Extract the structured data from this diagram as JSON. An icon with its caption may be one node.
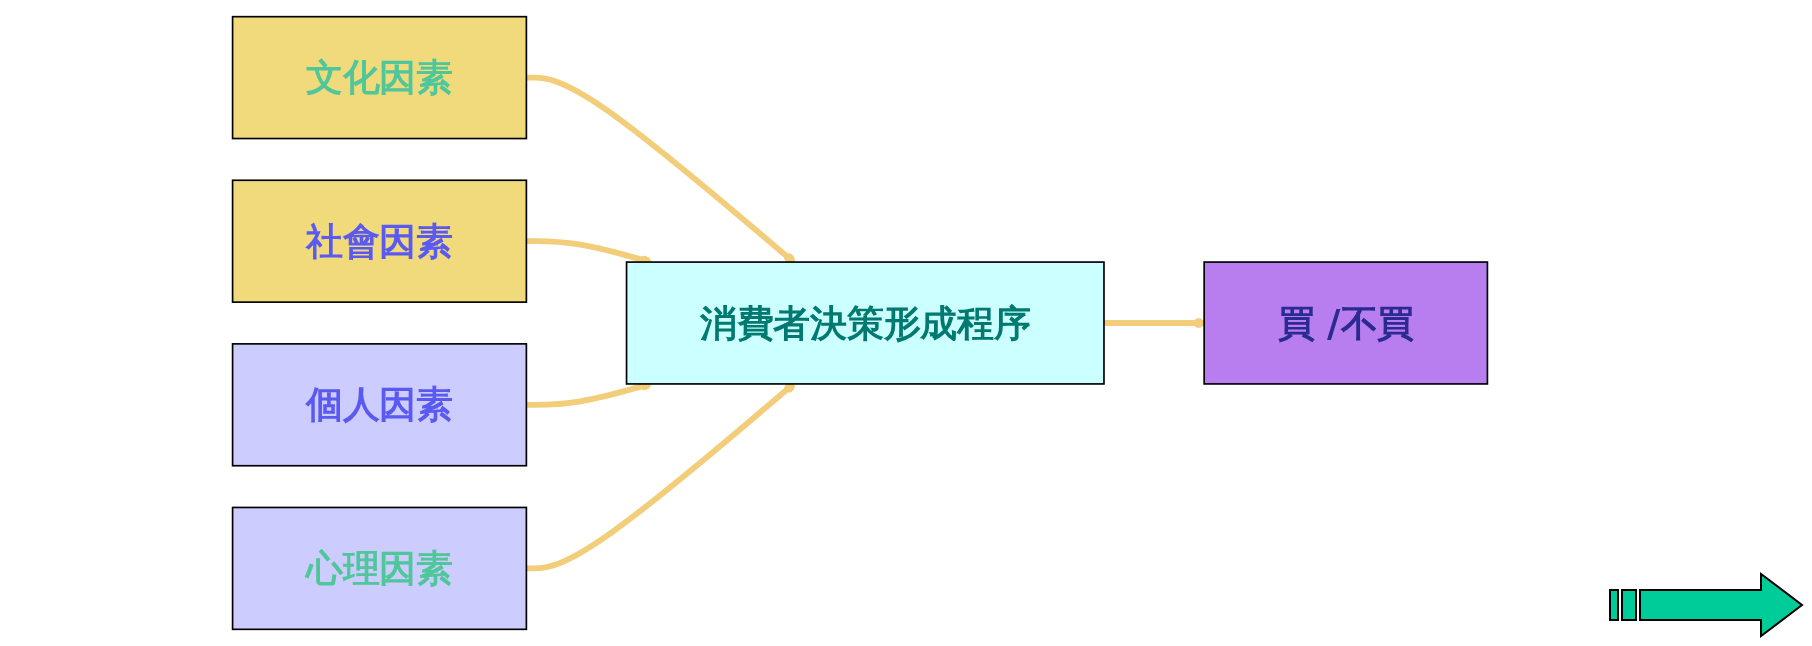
{
  "diagram": {
    "nodes": [
      {
        "text": [
          "文化因素"
        ]
      },
      {
        "text": [
          "社會因素"
        ]
      },
      {
        "text": [
          "個人因素"
        ]
      },
      {
        "text": [
          "心理因素"
        ]
      },
      {
        "text": [
          "消費者決策形成程序"
        ]
      },
      {
        "text": [
          "買 /不買"
        ]
      }
    ],
    "edges": [
      {
        "from": 0,
        "to": 4,
        "arrow": "other"
      },
      {
        "from": 1,
        "to": 4,
        "arrow": "other"
      },
      {
        "from": 2,
        "to": 4,
        "arrow": "other"
      },
      {
        "from": 3,
        "to": 4,
        "arrow": "other"
      },
      {
        "from": 4,
        "to": 5,
        "arrow": "other"
      }
    ]
  }
}
